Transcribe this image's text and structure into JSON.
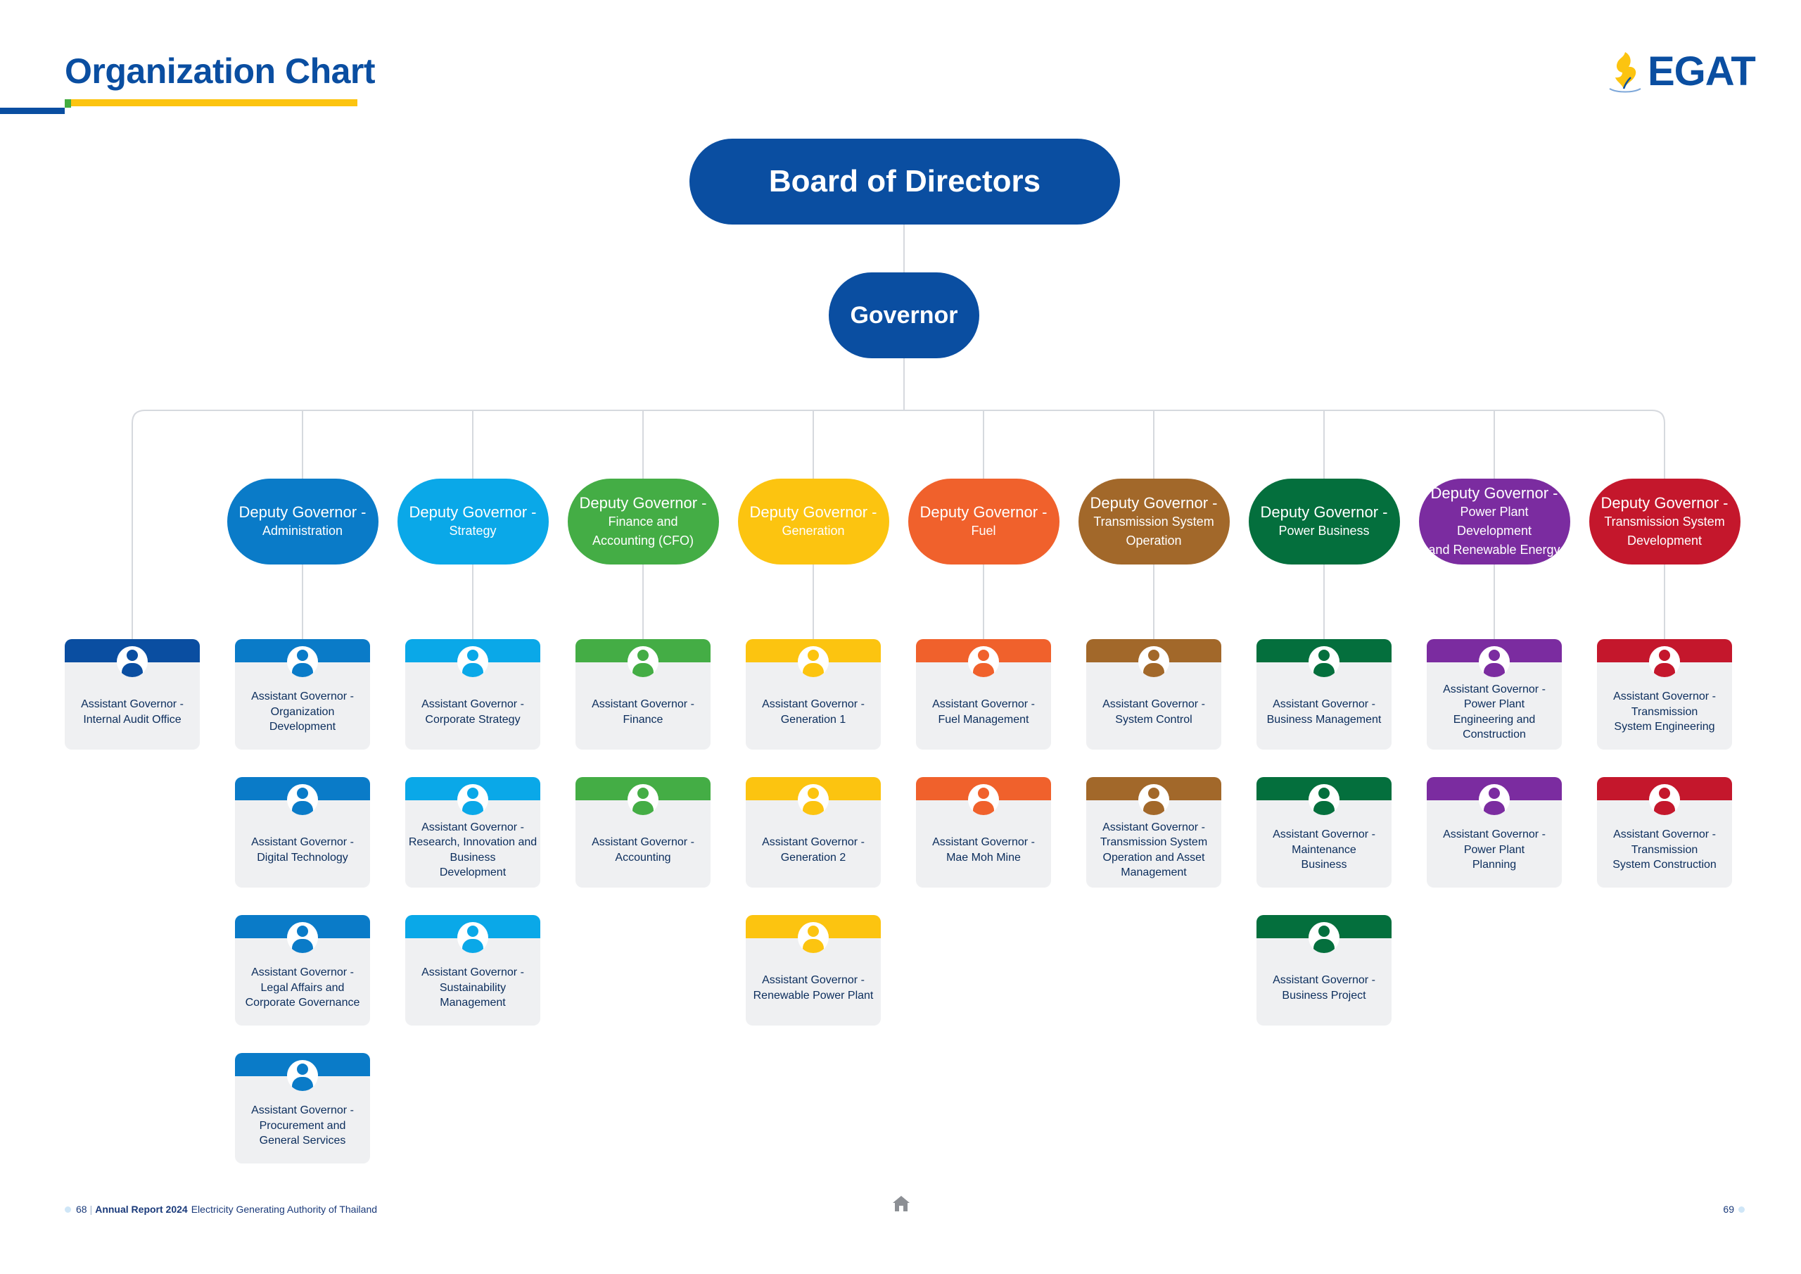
{
  "header": {
    "title": "Organization Chart",
    "logo_text": "EGAT"
  },
  "colors": {
    "navy": "#0a4ea1",
    "yellow": "#fcc410",
    "green": "#43ad3f",
    "card_bg": "#eff0f2",
    "connector": "#d6d9de"
  },
  "board": {
    "label": "Board of Directors"
  },
  "governor": {
    "label": "Governor"
  },
  "deputies": [
    {
      "title": "Deputy Governor -",
      "sub": "Administration",
      "color": "#0a7bc8"
    },
    {
      "title": "Deputy Governor -",
      "sub": "Strategy",
      "color": "#0aa8e8"
    },
    {
      "title": "Deputy Governor -",
      "sub": "Finance and\nAccounting (CFO)",
      "color": "#44ad45"
    },
    {
      "title": "Deputy Governor -",
      "sub": "Generation",
      "color": "#fcc410"
    },
    {
      "title": "Deputy Governor -",
      "sub": "Fuel",
      "color": "#f0612c"
    },
    {
      "title": "Deputy Governor -",
      "sub": "Transmission System\nOperation",
      "color": "#a2682a"
    },
    {
      "title": "Deputy Governor -",
      "sub": "Power Business",
      "color": "#046f3d"
    },
    {
      "title": "Deputy Governor -",
      "sub": "Power Plant Development\nand Renewable Energy",
      "color": "#7b2ca0"
    },
    {
      "title": "Deputy Governor -",
      "sub": "Transmission System\nDevelopment",
      "color": "#c4172c"
    }
  ],
  "assistants": [
    {
      "label": "Assistant Governor -\nInternal Audit Office",
      "color": "#0a4ea1"
    },
    {
      "label": "Assistant Governor -\nOrganization\nDevelopment",
      "color": "#0a7bc8"
    },
    {
      "label": "Assistant Governor -\nDigital Technology",
      "color": "#0a7bc8"
    },
    {
      "label": "Assistant Governor -\nLegal Affairs and\nCorporate Governance",
      "color": "#0a7bc8"
    },
    {
      "label": "Assistant Governor -\nProcurement and\nGeneral Services",
      "color": "#0a7bc8"
    },
    {
      "label": "Assistant Governor -\nCorporate Strategy",
      "color": "#0aa8e8"
    },
    {
      "label": "Assistant Governor -\nResearch, Innovation and\nBusiness\nDevelopment",
      "color": "#0aa8e8"
    },
    {
      "label": "Assistant Governor -\nSustainability\nManagement",
      "color": "#0aa8e8"
    },
    {
      "label": "Assistant Governor -\nFinance",
      "color": "#44ad45"
    },
    {
      "label": "Assistant Governor -\nAccounting",
      "color": "#44ad45"
    },
    {
      "label": "Assistant Governor -\nGeneration 1",
      "color": "#fcc410"
    },
    {
      "label": "Assistant Governor -\nGeneration 2",
      "color": "#fcc410"
    },
    {
      "label": "Assistant Governor -\nRenewable Power Plant",
      "color": "#fcc410"
    },
    {
      "label": "Assistant Governor -\nFuel Management",
      "color": "#f0612c"
    },
    {
      "label": "Assistant Governor -\nMae Moh Mine",
      "color": "#f0612c"
    },
    {
      "label": "Assistant Governor -\nSystem Control",
      "color": "#a2682a"
    },
    {
      "label": "Assistant Governor -\nTransmission System\nOperation and Asset\nManagement",
      "color": "#a2682a"
    },
    {
      "label": "Assistant Governor -\nBusiness Management",
      "color": "#046f3d"
    },
    {
      "label": "Assistant Governor -\nMaintenance\nBusiness",
      "color": "#046f3d"
    },
    {
      "label": "Assistant Governor -\nBusiness Project",
      "color": "#046f3d"
    },
    {
      "label": "Assistant Governor -\nPower Plant\nEngineering and\nConstruction",
      "color": "#7b2ca0"
    },
    {
      "label": "Assistant Governor -\nPower Plant\nPlanning",
      "color": "#7b2ca0"
    },
    {
      "label": "Assistant Governor -\nTransmission\nSystem Engineering",
      "color": "#c4172c"
    },
    {
      "label": "Assistant Governor -\nTransmission\nSystem Construction",
      "color": "#c4172c"
    }
  ],
  "footer": {
    "page_left": "68",
    "separator": "|",
    "report": "Annual Report 2024",
    "org": "Electricity Generating Authority of Thailand",
    "page_right": "69"
  }
}
